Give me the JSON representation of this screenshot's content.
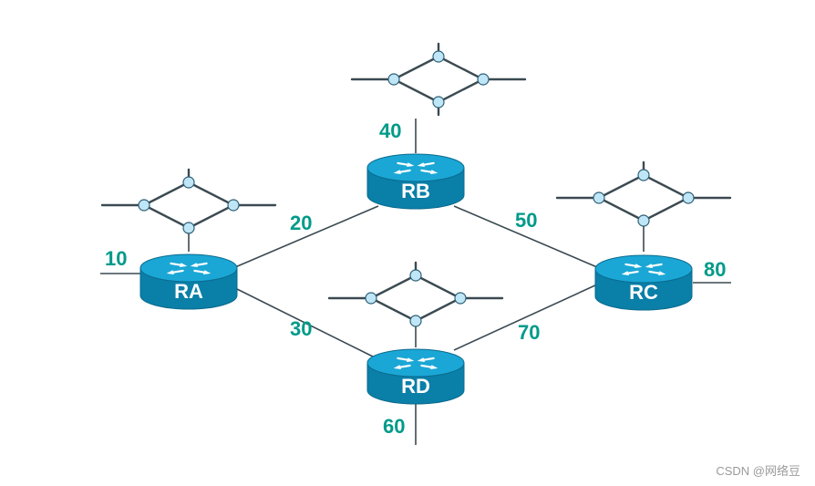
{
  "routers": [
    {
      "id": "RA",
      "label": "RA"
    },
    {
      "id": "RB",
      "label": "RB"
    },
    {
      "id": "RC",
      "label": "RC"
    },
    {
      "id": "RD",
      "label": "RD"
    }
  ],
  "links": [
    {
      "from": "RA",
      "to": "RB",
      "cost": "20"
    },
    {
      "from": "RB",
      "to": "RC",
      "cost": "50"
    },
    {
      "from": "RA",
      "to": "RD",
      "cost": "30"
    },
    {
      "from": "RD",
      "to": "RC",
      "cost": "70"
    }
  ],
  "stub_costs": {
    "RA": "10",
    "RB": "40",
    "RC": "80",
    "RD": "60"
  },
  "colors": {
    "router_body": "#0a7fa8",
    "router_top": "#1aa7d6",
    "router_rim": "#0b6b8e",
    "link": "#3b4a52",
    "cost": "#009a8a",
    "node": "#bfe6f7",
    "node_stroke": "#2e5f75"
  },
  "watermark": "CSDN @网络豆"
}
